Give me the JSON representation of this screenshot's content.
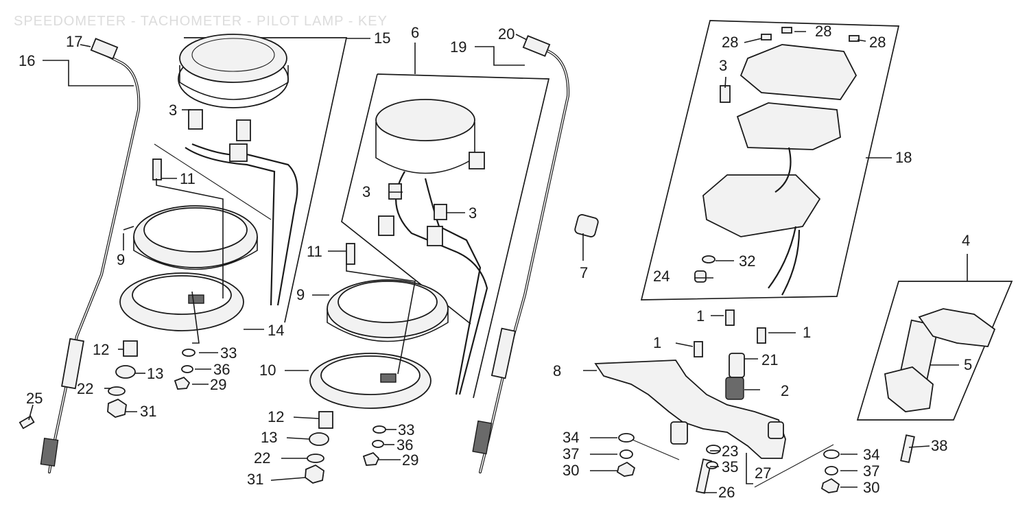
{
  "title": "SPEEDOMETER - TACHOMETER - PILOT LAMP - KEY",
  "labels": [
    {
      "id": "1a",
      "text": "1"
    },
    {
      "id": "1b",
      "text": "1"
    },
    {
      "id": "1c",
      "text": "1"
    },
    {
      "id": "2",
      "text": "2"
    },
    {
      "id": "3a",
      "text": "3"
    },
    {
      "id": "3b",
      "text": "3"
    },
    {
      "id": "3c",
      "text": "3"
    },
    {
      "id": "3d",
      "text": "3"
    },
    {
      "id": "4",
      "text": "4"
    },
    {
      "id": "5",
      "text": "5"
    },
    {
      "id": "6",
      "text": "6"
    },
    {
      "id": "7",
      "text": "7"
    },
    {
      "id": "8",
      "text": "8"
    },
    {
      "id": "9a",
      "text": "9"
    },
    {
      "id": "9b",
      "text": "9"
    },
    {
      "id": "10",
      "text": "10"
    },
    {
      "id": "11a",
      "text": "11"
    },
    {
      "id": "11b",
      "text": "11"
    },
    {
      "id": "12a",
      "text": "12"
    },
    {
      "id": "12b",
      "text": "12"
    },
    {
      "id": "13a",
      "text": "13"
    },
    {
      "id": "13b",
      "text": "13"
    },
    {
      "id": "14",
      "text": "14"
    },
    {
      "id": "15",
      "text": "15"
    },
    {
      "id": "16",
      "text": "16"
    },
    {
      "id": "17",
      "text": "17"
    },
    {
      "id": "18",
      "text": "18"
    },
    {
      "id": "19",
      "text": "19"
    },
    {
      "id": "20",
      "text": "20"
    },
    {
      "id": "21",
      "text": "21"
    },
    {
      "id": "22a",
      "text": "22"
    },
    {
      "id": "22b",
      "text": "22"
    },
    {
      "id": "23",
      "text": "23"
    },
    {
      "id": "24",
      "text": "24"
    },
    {
      "id": "25",
      "text": "25"
    },
    {
      "id": "26",
      "text": "26"
    },
    {
      "id": "27",
      "text": "27"
    },
    {
      "id": "28a",
      "text": "28"
    },
    {
      "id": "28b",
      "text": "28"
    },
    {
      "id": "28c",
      "text": "28"
    },
    {
      "id": "29a",
      "text": "29"
    },
    {
      "id": "29b",
      "text": "29"
    },
    {
      "id": "30a",
      "text": "30"
    },
    {
      "id": "30b",
      "text": "30"
    },
    {
      "id": "31a",
      "text": "31"
    },
    {
      "id": "31b",
      "text": "31"
    },
    {
      "id": "32",
      "text": "32"
    },
    {
      "id": "33a",
      "text": "33"
    },
    {
      "id": "33b",
      "text": "33"
    },
    {
      "id": "34a",
      "text": "34"
    },
    {
      "id": "34b",
      "text": "34"
    },
    {
      "id": "35",
      "text": "35"
    },
    {
      "id": "36a",
      "text": "36"
    },
    {
      "id": "36b",
      "text": "36"
    },
    {
      "id": "37a",
      "text": "37"
    },
    {
      "id": "37b",
      "text": "37"
    },
    {
      "id": "38",
      "text": "38"
    }
  ]
}
